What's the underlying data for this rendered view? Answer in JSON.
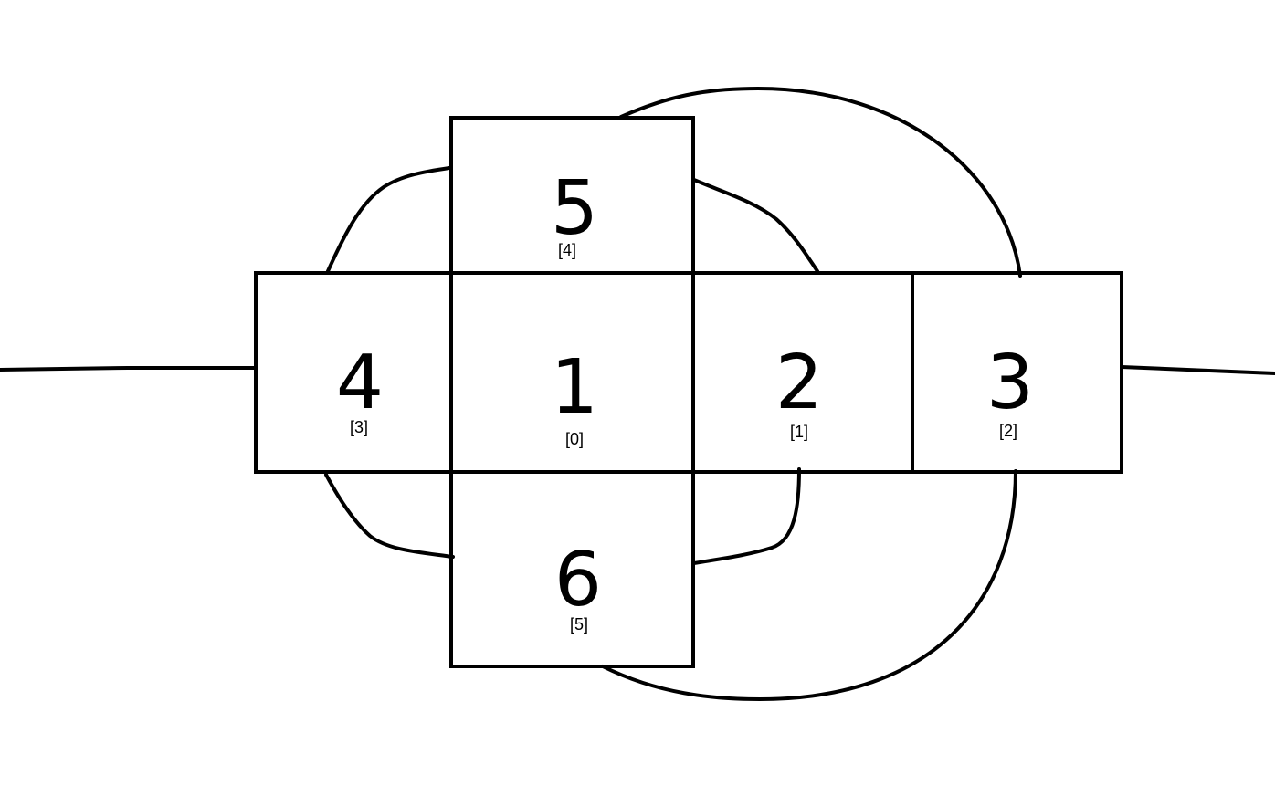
{
  "diagram": {
    "faces": [
      {
        "id": "face-1",
        "number": "1",
        "index": "[0]"
      },
      {
        "id": "face-2",
        "number": "2",
        "index": "[1]"
      },
      {
        "id": "face-3",
        "number": "3",
        "index": "[2]"
      },
      {
        "id": "face-4",
        "number": "4",
        "index": "[3]"
      },
      {
        "id": "face-5",
        "number": "5",
        "index": "[4]"
      },
      {
        "id": "face-6",
        "number": "6",
        "index": "[5]"
      }
    ],
    "connections": [
      {
        "from": "4",
        "to": "5"
      },
      {
        "from": "4",
        "to": "6"
      },
      {
        "from": "5",
        "to": "2"
      },
      {
        "from": "5",
        "to": "3"
      },
      {
        "from": "6",
        "to": "2"
      },
      {
        "from": "6",
        "to": "3"
      },
      {
        "from": "left-edge",
        "to": "4"
      },
      {
        "from": "3",
        "to": "right-edge"
      }
    ],
    "colors": {
      "stroke": "#000000",
      "background": "#ffffff"
    }
  }
}
